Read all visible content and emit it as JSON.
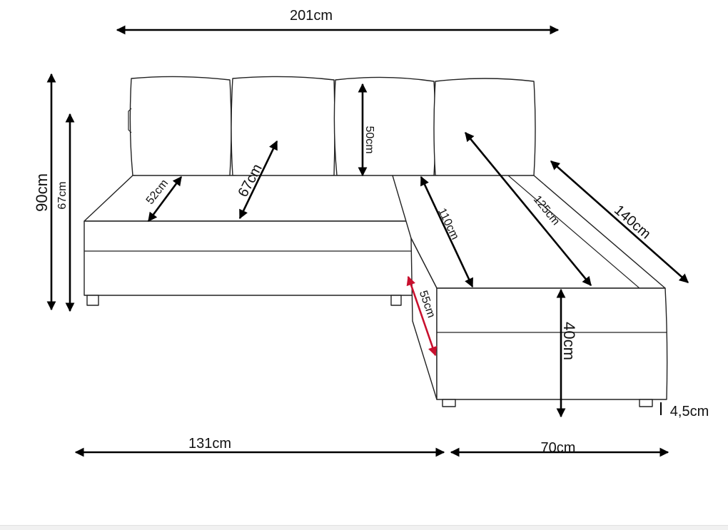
{
  "labels": {
    "total_width": "201cm",
    "total_height": "90cm",
    "seat_height_back": "67cm",
    "seat_depth": "52cm",
    "seat_depth_full": "67cm",
    "cushion_height": "50cm",
    "chaise_inner": "110cm",
    "chaise_mid": "125cm",
    "chaise_outer": "140cm",
    "chaise_front_depth": "55cm",
    "seat_height_front": "40cm",
    "leg_height": "4,5cm",
    "main_width": "131cm",
    "chaise_width": "70cm"
  },
  "colors": {
    "dimension_line": "#000000",
    "highlight_dimension": "#c8102e",
    "outline": "#222222"
  }
}
